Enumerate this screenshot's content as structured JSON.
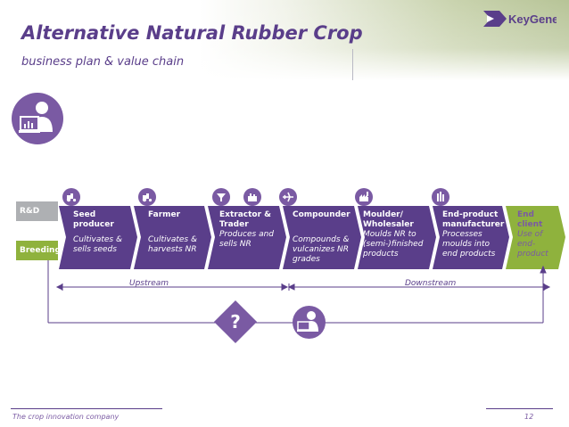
{
  "title": "Alternative Natural Rubber Crop",
  "subtitle": "business plan & value chain",
  "logo_text": "KeyGene",
  "side_boxes": {
    "rd": "R&D",
    "breeding": "Breeding"
  },
  "chain": [
    {
      "title": "Seed producer",
      "desc": "Cultivates & sells seeds",
      "icon": "tractor-icon"
    },
    {
      "title": "Farmer",
      "desc": "Cultivates & harvests NR",
      "icon": "tractor-icon"
    },
    {
      "title": "Extractor & Trader",
      "desc": "Produces and sells  NR",
      "icon": "extractor-icon"
    },
    {
      "title": "Compounder",
      "desc": "Compounds & vulcanizes NR grades",
      "icon": "airplane-icon"
    },
    {
      "title": "Moulder/ Wholesaler",
      "desc": "Moulds NR to (semi-)finished products",
      "icon": "factory-icon"
    },
    {
      "title": "End-product manufacturer",
      "desc": "Processes moulds into end products",
      "icon": "building-icon"
    },
    {
      "title": "End client",
      "desc": "Use of end-product"
    }
  ],
  "streams": {
    "upstream": "Upstream",
    "downstream": "Downstream"
  },
  "question_mark": "?",
  "footer": {
    "tagline": "The crop innovation company",
    "page_number": "12"
  },
  "colors": {
    "purple": "#7a5aa3",
    "dark_purple": "#5a3e8a",
    "green": "#8fb23d",
    "grey": "#aeb0b3"
  }
}
